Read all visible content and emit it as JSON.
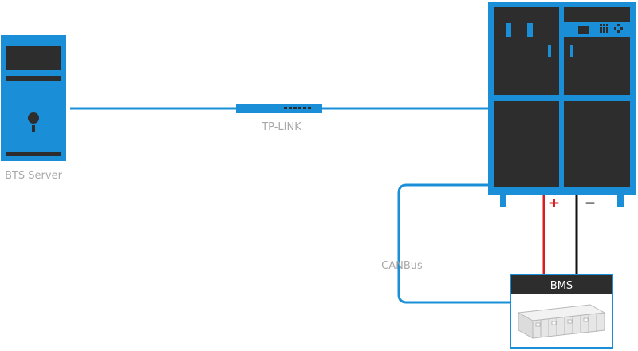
{
  "labels": {
    "server": "BTS Server",
    "switch": "TP-LINK",
    "canbus": "CANBus",
    "bms": "BMS",
    "plus": "+",
    "minus": "−"
  },
  "colors": {
    "blue": "#1a8fd8",
    "dark": "#2d2d2d",
    "red": "#d81e1e",
    "black": "#111111",
    "label_gray": "#a8a8a8"
  },
  "icons": [
    "server-icon",
    "network-switch-icon",
    "battery-tester-icon",
    "battery-module-icon"
  ]
}
